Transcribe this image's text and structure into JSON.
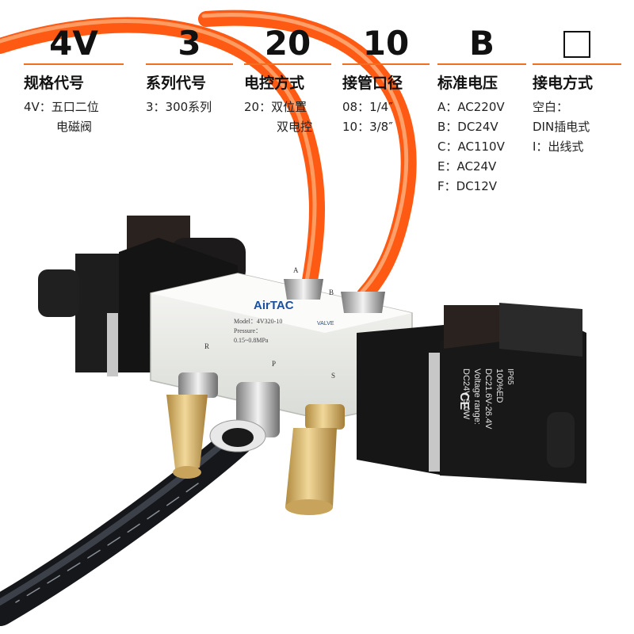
{
  "columns": [
    {
      "code": "4V",
      "title": "规格代号",
      "lines": [
        "4V：五口二位",
        "电磁阀"
      ]
    },
    {
      "code": "3",
      "title": "系列代号",
      "lines": [
        "3：300系列"
      ]
    },
    {
      "code": "20",
      "title": "电控方式",
      "lines": [
        "20：双位置",
        "双电控"
      ]
    },
    {
      "code": "10",
      "title": "接管口径",
      "lines": [
        "08：1/4″",
        "10：3/8″"
      ]
    },
    {
      "code": "B",
      "title": "标准电压",
      "lines": [
        "A：AC220V",
        "B：DC24V",
        "C：AC110V",
        "E：AC24V",
        "F：DC12V"
      ]
    },
    {
      "code": "",
      "title": "接电方式",
      "lines": [
        "空白：",
        "DIN插电式",
        "I：出线式"
      ]
    }
  ],
  "valve": {
    "brand": "AirTAC",
    "model": "Model：4V320-10",
    "pressure": "Pressure：",
    "pressure_range": "0.15~0.8MPa",
    "valve_word": "VALVE",
    "ports": [
      "A",
      "B",
      "R",
      "P",
      "S"
    ]
  },
  "coil": {
    "line1": "DC24V 3.0W",
    "line2": "Voltage range:",
    "line3": "DC21.6V-26.4V",
    "line4": "100%ED",
    "rating": "IP65",
    "mark": "CE"
  },
  "colors": {
    "accent": "#f07020",
    "tube_orange": "#ff5a14",
    "tube_black": "#15171b",
    "muffler": "#d8b870",
    "valve_body": "#eef0ee",
    "coil": "#141414"
  }
}
